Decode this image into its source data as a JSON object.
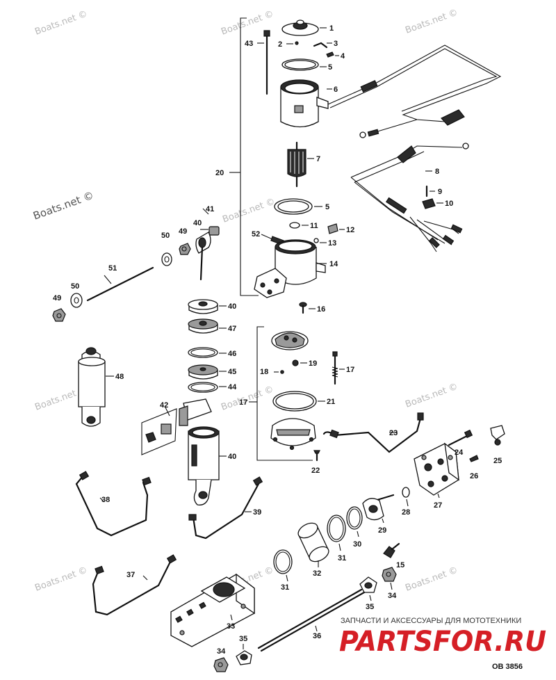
{
  "diagram": {
    "part_labels": [
      "1",
      "2",
      "3",
      "4",
      "5",
      "6",
      "7",
      "8",
      "9",
      "10",
      "5",
      "11",
      "12",
      "13",
      "14",
      "16",
      "20",
      "41",
      "40",
      "49",
      "50",
      "52",
      "51",
      "50",
      "49",
      "40",
      "47",
      "46",
      "45",
      "44",
      "48",
      "42",
      "40",
      "18",
      "19",
      "17",
      "17",
      "21",
      "22",
      "23",
      "24",
      "25",
      "26",
      "27",
      "28",
      "29",
      "30",
      "31",
      "32",
      "38",
      "39",
      "37",
      "31",
      "15",
      "34",
      "35",
      "33",
      "36",
      "35",
      "34",
      "43"
    ],
    "reference_number": "OB 3856"
  },
  "watermarks": [
    "Boats.net ©",
    "Boats.net ©",
    "Boats.net ©",
    "Boats.net ©",
    "Boats.net ©",
    "Boats.net ©",
    "Boats.net ©",
    "Boats.net ©",
    "Boats.net ©",
    "Boats.net ©",
    "Boats.net ©"
  ],
  "shop_banner": {
    "tagline": "ЗАПЧАСТИ И АКСЕССУАРЫ ДЛЯ МОТОТЕХНИКИ",
    "logo_text": "PARTSFOR.RU"
  }
}
